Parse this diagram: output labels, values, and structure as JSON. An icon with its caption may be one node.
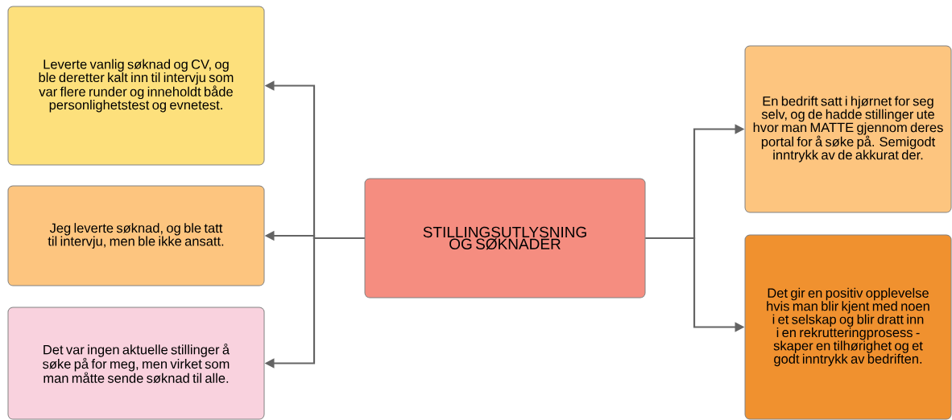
{
  "diagram": {
    "nodes": [
      {
        "text": [
          "STILLINGSUTLYSNING OG SØKNADER"
        ]
      },
      {
        "text": [
          "Leverte vanlig søknad og CV, og ble deretter kalt inn til intervju som var flere runder og inneholdt både personlighetstest og evnetest."
        ]
      },
      {
        "text": [
          "Jeg leverte søknad, og ble tatt til intervju, men ble ikke ansatt."
        ]
      },
      {
        "text": [
          "Det var ingen aktuelle stillinger å søke på for meg, men virket som man måtte sende søknad til alle."
        ]
      },
      {
        "text": [
          "En bedrift satt i hjørnet for seg selv, og de hadde stillinger ute hvor man MATTE gjennom deres portal for å søke på. Semigodt inntrykk av de akkurat der."
        ]
      },
      {
        "text": [
          "Det gir en positiv opplevelse hvis man blir kjent med noen i et selskap og blir dratt inn i en rekrutteringprosess - skaper en tilhørighet og et godt inntrykk av bedriften."
        ]
      }
    ],
    "edges": [
      {
        "from": 0,
        "to": 1,
        "arrow": "to"
      },
      {
        "from": 0,
        "to": 2,
        "arrow": "to"
      },
      {
        "from": 0,
        "to": 3,
        "arrow": "to"
      },
      {
        "from": 0,
        "to": 4,
        "arrow": "to"
      },
      {
        "from": 0,
        "to": 5,
        "arrow": "to"
      }
    ]
  }
}
